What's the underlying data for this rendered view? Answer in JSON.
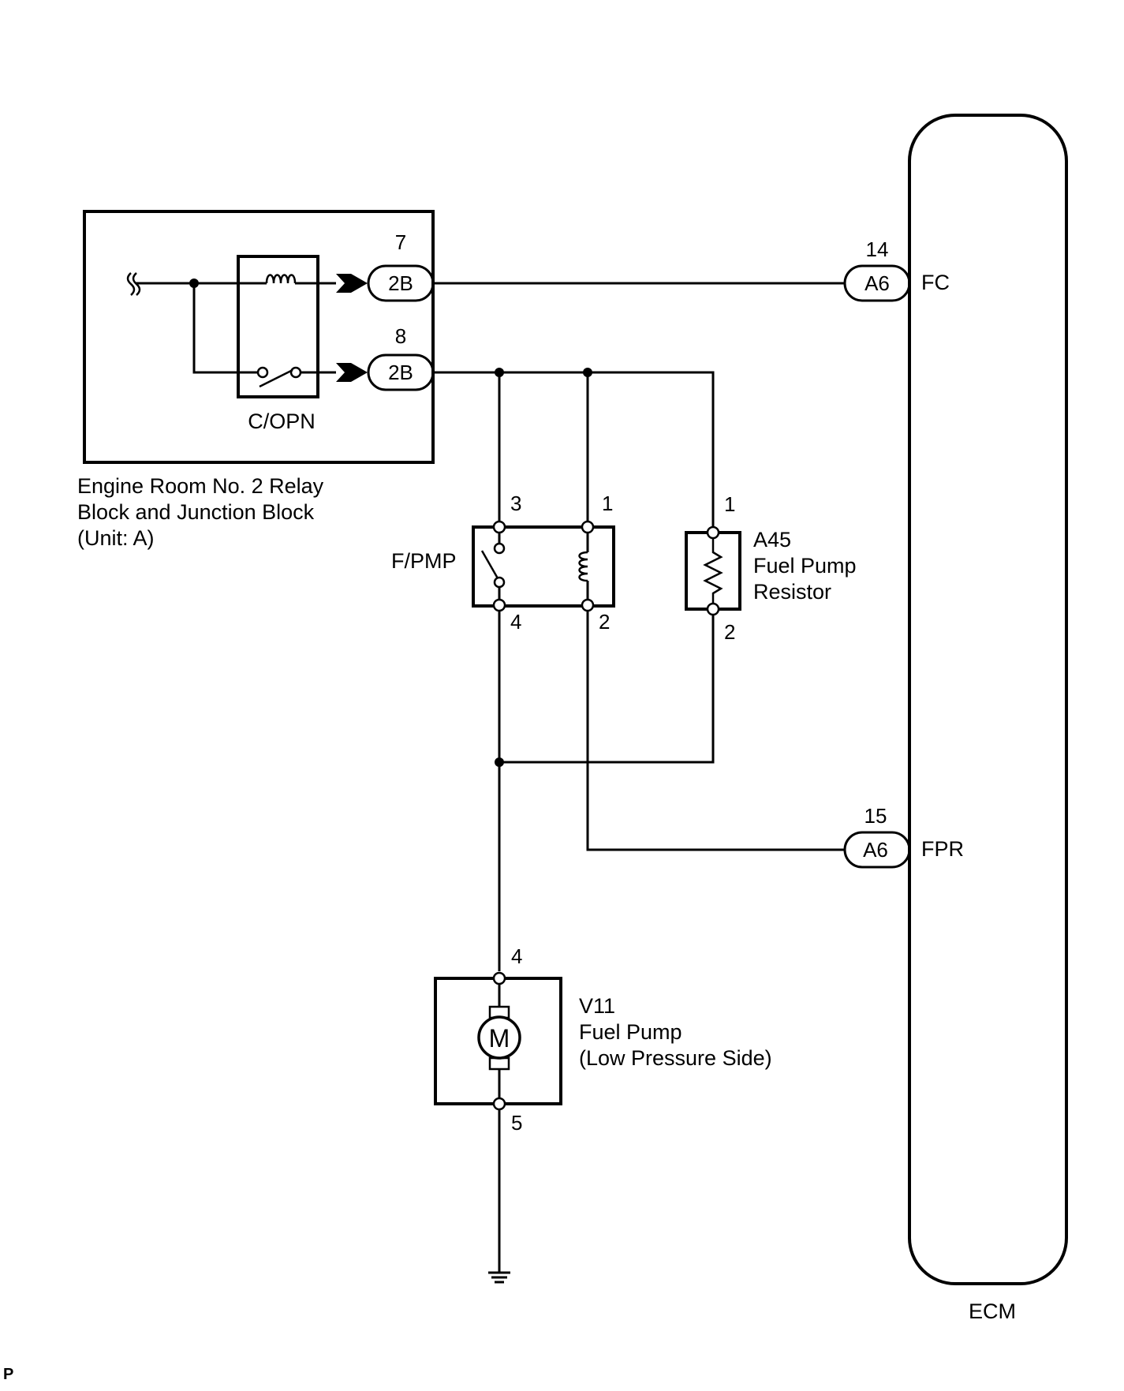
{
  "relay_block": {
    "label_lines": [
      "Engine Room No. 2 Relay",
      "Block and Junction Block",
      "(Unit: A)"
    ],
    "relay_name": "C/OPN",
    "connector_top": {
      "code": "2B",
      "pin": "7"
    },
    "connector_bottom": {
      "code": "2B",
      "pin": "8"
    }
  },
  "fpmp_relay": {
    "name": "F/PMP",
    "pins": {
      "top_left": "3",
      "top_right": "1",
      "bottom_left": "4",
      "bottom_right": "2"
    }
  },
  "resistor": {
    "label_lines": [
      "A45",
      "Fuel Pump",
      "Resistor"
    ],
    "pins": {
      "top": "1",
      "bottom": "2"
    }
  },
  "fuel_pump": {
    "label_lines": [
      "V11",
      "Fuel Pump",
      "(Low Pressure Side)"
    ],
    "motor_symbol": "M",
    "pins": {
      "top": "4",
      "bottom": "5"
    }
  },
  "ecm": {
    "name": "ECM",
    "connector_fc": {
      "code": "A6",
      "pin": "14",
      "signal": "FC"
    },
    "connector_fpr": {
      "code": "A6",
      "pin": "15",
      "signal": "FPR"
    }
  },
  "corner_mark": "P"
}
